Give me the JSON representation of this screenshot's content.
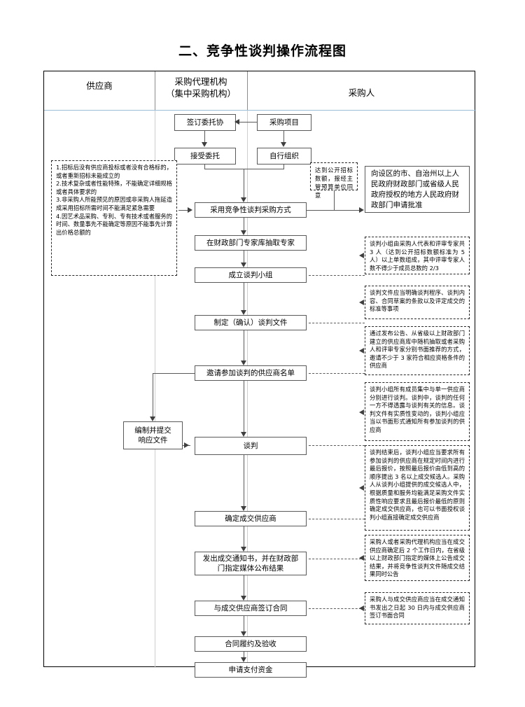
{
  "title": "二、竞争性谈判操作流程图",
  "columns": [
    {
      "label": "供应商"
    },
    {
      "label": "采购代理机构\n（集中采购机构）",
      "line1": "采购代理机构",
      "line2": "（集中采购机构）"
    },
    {
      "label": "采购人"
    }
  ],
  "nodes": {
    "sign_entrust": "签订委托协",
    "procurement_project": "采购项目",
    "accept_entrust": "接受委托",
    "self_organize": "自行组织",
    "adopt_method": "采用竞争性谈判采购方式",
    "draw_experts": "在财政部门专家库抽取专家",
    "form_group": "成立谈判小组",
    "make_docs": "制定（确认）谈判文件",
    "invite_list": "邀请参加谈判的供应商名单",
    "prepare_response": "编制并提交\n响应文件",
    "prepare_response_l1": "编制并提交",
    "prepare_response_l2": "响应文件",
    "negotiate": "谈判",
    "determine_supplier": "确定成交供应商",
    "issue_notice": "发出成交通知书，并在财政部\n门指定媒体公布结果",
    "issue_notice_l1": "发出成交通知书，并在财政部",
    "issue_notice_l2": "门指定媒体公布结果",
    "sign_contract": "与成交供应商签订合同",
    "perform_accept": "合同履约及验收",
    "apply_payment": "申请支付资金",
    "apply_approval": "向设区的市、自治州以上人民政府财政部门或省级人民政府授权的地方人民政府财政部门申请批准"
  },
  "notes": {
    "conditions": "1.招标后没有供应商投标或者没有合格标的，或者重新招标未能成立的\n2.技术复杂或者性能特殊，不能确定详细规格或者具体要求的\n3.非采购人所能预见的原因或非采购人拖延造成采用招标所需时间不能满足紧急需要\n4.因艺术品采购、专利、专有技术或者服务的时间、数量事先不能确定等原因不能事先计算出价格总额的",
    "threshold": "达到公开招标数额，报经主管预算单位同意",
    "group_composition": "谈判小组由采购人代表和评审专家共 3 人（达到公开招标数额标准为 5 人）以上单数组成，其中评审专家人数不得少于成员总数的 2/3",
    "doc_requirements": "谈判文件应当明确谈判程序、谈判内容、合同草案的条款以及评定成交的标准等事项",
    "invite_requirements": "通过发布公告、从省级以上财政部门建立的供应商库中随机抽取或者采购人和评审专家分别书面推荐的方式，邀请不少于 3 家符合相应资格条件的供应商",
    "negotiation_rules": "谈判小组所有成员集中与单一供应商分别进行谈判。谈判中，谈判的任何一方不得透露与谈判有关的信息。谈判文件有实质性变动的，谈判小组应当以书面形式通知所有参加谈判的供应商",
    "award_rules": "谈判结束后，谈判小组应当要求所有参加谈判的供应商在规定时间内进行最后报价，按照最后报价由低到高的顺序提出 3 名以上成交候选人。采购人从谈判小组提供的成交候选人中，根据质量和服务均能满足采购文件实质性响应要求且最后报价最低的原则确定成交供应商，也可以书面授权谈判小组直接确定成交供应商",
    "announce_rules": "采购人或者采购代理机构应当在成交供应商确定后 2 个工作日内，在省级以上财政部门指定的媒体上公告成交结果，并将竞争性谈判文件随成交结果同时公告",
    "contract_rules": "采购人与成交供应商应当在成交通知书发出之日起 30 日内与成交供应商签订书面合同"
  }
}
